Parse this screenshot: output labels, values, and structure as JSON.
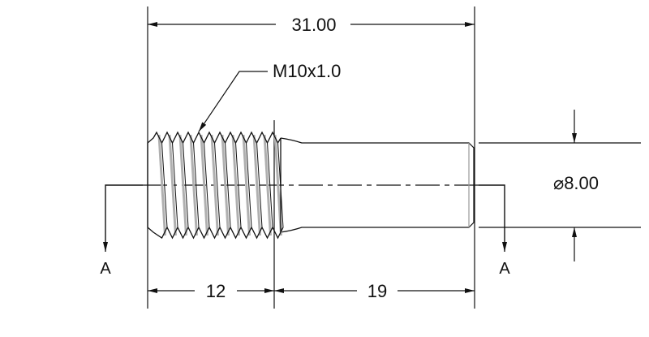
{
  "drawing": {
    "overall_length": "31.00",
    "thread_callout": "M10x1.0",
    "diameter": "⌀8.00",
    "thread_length": "12",
    "shank_length": "19",
    "section_label_left": "A",
    "section_label_right": "A",
    "colors": {
      "line": "#111111",
      "thread_hatch": "#b0b0b0"
    }
  }
}
